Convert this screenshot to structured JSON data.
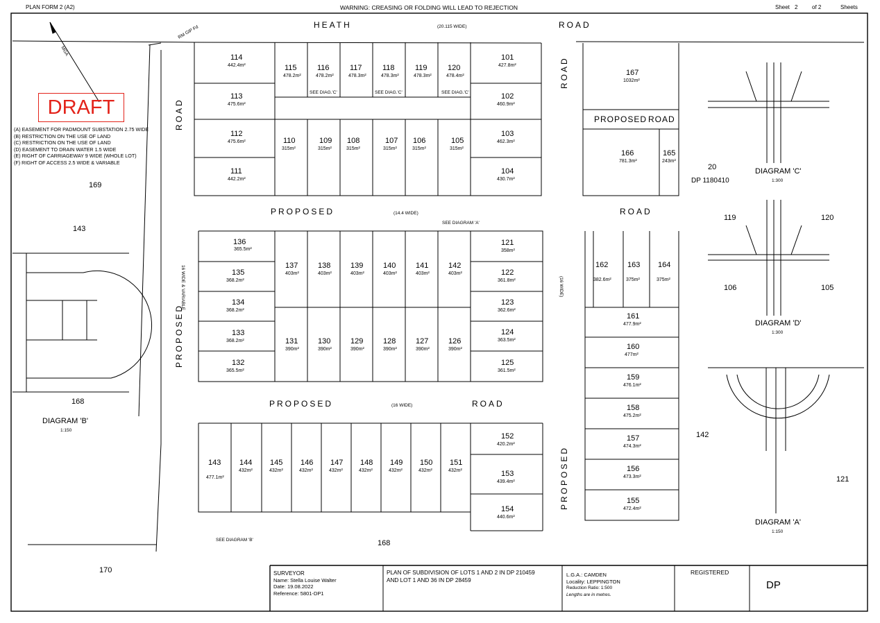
{
  "header": {
    "form": "PLAN FORM 2 (A2)",
    "warning": "WARNING: CREASING OR FOLDING WILL LEAD TO REJECTION",
    "sheet": "Sheet",
    "sheet_no": "2",
    "of": "of 2",
    "sheets": "Sheets"
  },
  "draft": "DRAFT",
  "notes": [
    "(A) EASEMENT FOR PADMOUNT SUBSTATION 2.75 WIDE",
    "(B) RESTRICTION ON THE USE OF LAND",
    "(C) RESTRICTION ON THE USE OF LAND",
    "(D) EASEMENT TO DRAIN WATER 1.5 WIDE",
    "(E) RIGHT OF CARRIAGEWAY 9 WIDE (WHOLE LOT)",
    "(F) RIGHT OF ACCESS 2.5 WIDE & VARIABLE"
  ],
  "roads": {
    "heath": "HEATH",
    "road1": "ROAD",
    "heath_width": "(20.115 WIDE)",
    "road_left": "ROAD",
    "proposed1": "PROPOSED",
    "proposed1_width": "(14.4 WIDE)",
    "road2": "ROAD",
    "proposed_road_small": "PROPOSED",
    "road_small": "ROAD",
    "proposed_left": "PROPOSED",
    "left_width": "16 WIDE & VARIABLE",
    "proposed3": "PROPOSED",
    "proposed3_width": "(16 WIDE)",
    "road3": "ROAD",
    "road_right_v": "ROAD",
    "proposed_right_v": "PROPOSED",
    "right_width": "(16 WIDE)"
  },
  "marks": {
    "rm_gip": "RM GIP Fd",
    "mga": "MGA",
    "see_diag_c": "SEE DIAG.'C'",
    "see_diag_a": "SEE DIAGRAM 'A'",
    "see_diag_b": "SEE DIAGRAM 'B'",
    "dp_ref": "DP 1180410",
    "lot20": "20"
  },
  "lots": {
    "row1": [
      {
        "n": "114",
        "a": "442.4m²"
      },
      {
        "n": "115",
        "a": "478.2m²"
      },
      {
        "n": "116",
        "a": "478.2m²"
      },
      {
        "n": "117",
        "a": "478.3m²"
      },
      {
        "n": "118",
        "a": "478.3m²"
      },
      {
        "n": "119",
        "a": "478.3m²"
      },
      {
        "n": "120",
        "a": "478.4m²"
      },
      {
        "n": "101",
        "a": "427.8m²"
      }
    ],
    "left_col1": [
      {
        "n": "113",
        "a": "475.6m²"
      },
      {
        "n": "112",
        "a": "475.6m²"
      },
      {
        "n": "111",
        "a": "442.2m²"
      }
    ],
    "right_col1": [
      {
        "n": "102",
        "a": "460.9m²"
      },
      {
        "n": "103",
        "a": "462.3m²"
      },
      {
        "n": "104",
        "a": "430.7m²"
      }
    ],
    "row2": [
      {
        "n": "110",
        "a": "315m²"
      },
      {
        "n": "109",
        "a": "315m²"
      },
      {
        "n": "108",
        "a": "315m²"
      },
      {
        "n": "107",
        "a": "315m²"
      },
      {
        "n": "106",
        "a": "315m²"
      },
      {
        "n": "105",
        "a": "315m²"
      }
    ],
    "east1": [
      {
        "n": "167",
        "a": "1032m²"
      },
      {
        "n": "166",
        "a": "781.3m²"
      },
      {
        "n": "165",
        "a": "243m²"
      }
    ],
    "block2_left": [
      {
        "n": "136",
        "a": "365.5m²"
      },
      {
        "n": "135",
        "a": "368.2m²"
      },
      {
        "n": "134",
        "a": "368.2m²"
      },
      {
        "n": "133",
        "a": "368.2m²"
      },
      {
        "n": "132",
        "a": "365.5m²"
      }
    ],
    "block2_top": [
      {
        "n": "137",
        "a": "403m²"
      },
      {
        "n": "138",
        "a": "403m²"
      },
      {
        "n": "139",
        "a": "403m²"
      },
      {
        "n": "140",
        "a": "403m²"
      },
      {
        "n": "141",
        "a": "403m²"
      },
      {
        "n": "142",
        "a": "403m²"
      }
    ],
    "block2_bottom": [
      {
        "n": "131",
        "a": "390m²"
      },
      {
        "n": "130",
        "a": "390m²"
      },
      {
        "n": "129",
        "a": "390m²"
      },
      {
        "n": "128",
        "a": "390m²"
      },
      {
        "n": "127",
        "a": "390m²"
      },
      {
        "n": "126",
        "a": "390m²"
      }
    ],
    "block2_right": [
      {
        "n": "121",
        "a": "358m²"
      },
      {
        "n": "122",
        "a": "361.8m²"
      },
      {
        "n": "123",
        "a": "362.6m²"
      },
      {
        "n": "124",
        "a": "363.5m²"
      },
      {
        "n": "125",
        "a": "361.5m²"
      }
    ],
    "east2_top": [
      {
        "n": "162",
        "a": "382.6m²"
      },
      {
        "n": "163",
        "a": "375m²"
      },
      {
        "n": "164",
        "a": "375m²"
      }
    ],
    "east2_col": [
      {
        "n": "161",
        "a": "477.9m²"
      },
      {
        "n": "160",
        "a": "477m²"
      },
      {
        "n": "159",
        "a": "476.1m²"
      },
      {
        "n": "158",
        "a": "475.2m²"
      },
      {
        "n": "157",
        "a": "474.3m²"
      },
      {
        "n": "156",
        "a": "473.3m²"
      },
      {
        "n": "155",
        "a": "472.4m²"
      }
    ],
    "block3": [
      {
        "n": "143",
        "a": "477.1m²"
      },
      {
        "n": "144",
        "a": "432m²"
      },
      {
        "n": "145",
        "a": "432m²"
      },
      {
        "n": "146",
        "a": "432m²"
      },
      {
        "n": "147",
        "a": "432m²"
      },
      {
        "n": "148",
        "a": "432m²"
      },
      {
        "n": "149",
        "a": "432m²"
      },
      {
        "n": "150",
        "a": "432m²"
      },
      {
        "n": "151",
        "a": "432m²"
      }
    ],
    "block3_right": [
      {
        "n": "152",
        "a": "420.2m²"
      },
      {
        "n": "153",
        "a": "439.4m²"
      },
      {
        "n": "154",
        "a": "440.6m²"
      }
    ],
    "outside": {
      "l169": "169",
      "l143": "143",
      "l168a": "168",
      "l168b": "168",
      "l170": "170",
      "l142": "142",
      "l119": "119",
      "l120": "120",
      "l106": "106",
      "l105": "105",
      "l121": "121"
    }
  },
  "diagrams": {
    "a_title": "DIAGRAM 'A'",
    "a_scale": "1:150",
    "b_title": "DIAGRAM 'B'",
    "b_scale": "1:150",
    "c_title": "DIAGRAM 'C'",
    "c_scale": "1:300",
    "d_title": "DIAGRAM 'D'",
    "d_scale": "1:300"
  },
  "title_block": {
    "surveyor_label": "SURVEYOR",
    "name": "Name:  Stella Louise Walter",
    "date": "Date:  19.08.2022",
    "reference": "Reference:  5801-DP1",
    "plan_title_1": "PLAN OF  SUBDIVISION OF LOTS 1 AND 2 IN DP 210459",
    "plan_title_2": "AND LOT 1 AND 36 IN DP 28459",
    "lga": "L.G.A.:  CAMDEN",
    "locality": "Locality:  LEPPINGTON",
    "reduction": "Reduction Ratio:  1:500",
    "lengths": "Lengths are in metres.",
    "registered": "REGISTERED",
    "dp": "DP"
  }
}
